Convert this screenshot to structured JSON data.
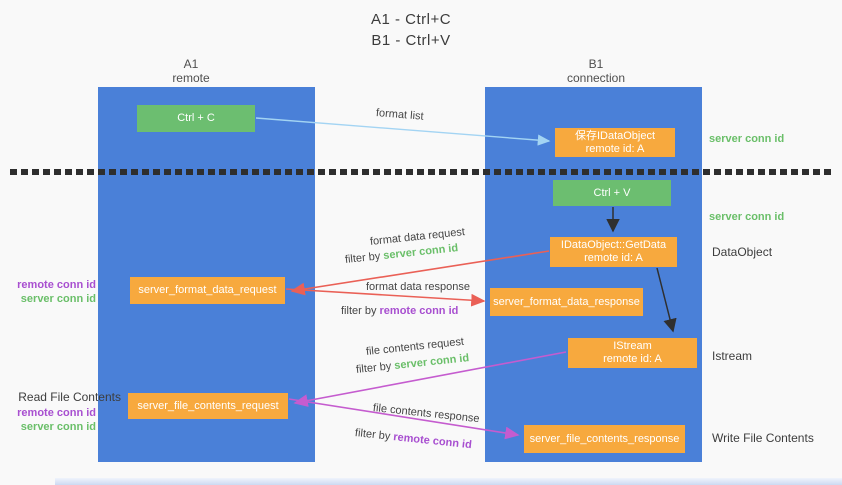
{
  "title": {
    "line1": "A1 - Ctrl+C",
    "line2": "B1 - Ctrl+V"
  },
  "columns": {
    "a": {
      "title": "A1",
      "subtitle": "remote"
    },
    "b": {
      "title": "B1",
      "subtitle": "connection"
    }
  },
  "nodes": {
    "ctrl_c": {
      "label": "Ctrl + C"
    },
    "ctrl_v": {
      "label": "Ctrl + V"
    },
    "save_idataobject": {
      "line1": "保存IDataObject",
      "line2": "remote id: A"
    },
    "getdata": {
      "line1": "IDataObject::GetData",
      "line2": "remote id: A"
    },
    "istream": {
      "line1": "IStream",
      "line2": "remote id: A"
    },
    "format_request": {
      "label": "server_format_data_request"
    },
    "format_response": {
      "label": "server_format_data_response"
    },
    "file_request": {
      "label": "server_file_contents_request"
    },
    "file_response": {
      "label": "server_file_contents_response"
    }
  },
  "arrow_labels": {
    "format_list": "format list",
    "format_data_request": "format data request",
    "format_data_response": "format data response",
    "file_contents_request": "file contents request",
    "file_contents_response": "file contents response",
    "filter_1_prefix": "filter by ",
    "filter_1_key": "server conn id",
    "filter_2_prefix": "filter by ",
    "filter_2_key": "remote conn id",
    "filter_3_prefix": "filter by ",
    "filter_3_key": "server conn id",
    "filter_4_prefix": "filter by ",
    "filter_4_key": "remote conn id"
  },
  "side_labels": {
    "server_conn_id_top": "server conn id",
    "server_conn_id_mid": "server conn id",
    "data_object": "DataObject",
    "istream": "Istream",
    "write_file_contents": "Write File Contents",
    "read_file_contents": "Read File Contents",
    "remote_conn_id_1": "remote conn id",
    "server_conn_id_1": "server conn id",
    "remote_conn_id_2": "remote conn id",
    "server_conn_id_2": "server conn id"
  },
  "colors": {
    "column_blue": "#4a80d8",
    "node_green": "#6cbe70",
    "node_orange": "#f7a93e",
    "arrow_light_blue": "#a3d4f3",
    "arrow_red": "#ea6056",
    "arrow_magenta": "#c55ccf",
    "arrow_black": "#2f2f2f",
    "label_green": "#6abf69",
    "label_purple": "#a84fd0",
    "text_dark": "#3d3d3d"
  }
}
